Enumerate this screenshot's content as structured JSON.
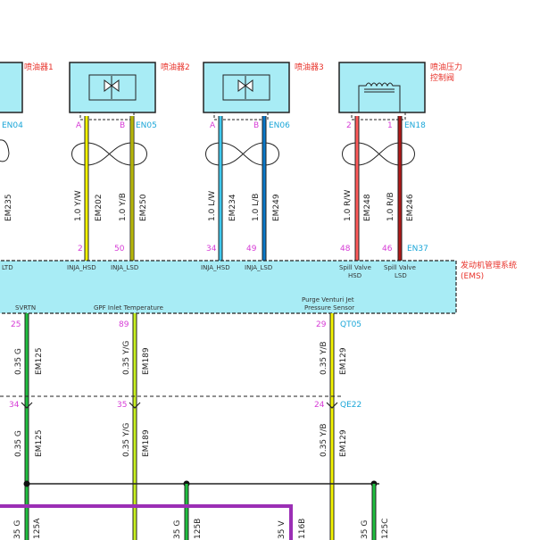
{
  "colors": {
    "component_fill": "#a8ecf5",
    "ems_fill": "#a8ecf5",
    "pin_magenta": "#d63bd6",
    "connector_cyan": "#1aa6d8",
    "label_red": "#e8322a",
    "wire_yellow": "#f5f500",
    "wire_cyan": "#3fc8ee",
    "wire_blue": "#0a78c8",
    "wire_red": "#ff5a5a",
    "wire_darkred": "#b01818",
    "wire_green": "#1fbf3f",
    "wire_lime": "#c8f020",
    "wire_purple": "#9b2fb5"
  },
  "components": [
    {
      "name": "喷油器1",
      "connector": "EN04",
      "icon": "injector-icon"
    },
    {
      "name": "喷油器2",
      "connector": "EN05",
      "icon": "injector-icon",
      "pins": [
        "A",
        "B"
      ]
    },
    {
      "name": "喷油器3",
      "connector": "EN06",
      "icon": "injector-icon",
      "pins": [
        "A",
        "B"
      ]
    },
    {
      "name_line1": "喷油压力",
      "name_line2": "控制阀",
      "connector": "EN18",
      "icon": "solenoid-coil-icon",
      "pins": [
        "2",
        "1"
      ]
    }
  ],
  "upper_wires": [
    {
      "gauge": "",
      "circuit": "EM235"
    },
    {
      "gauge": "1.0 Y/W",
      "circuit": "EM202"
    },
    {
      "gauge": "1.0 Y/B",
      "circuit": "EM250"
    },
    {
      "gauge": "1.0 L/W",
      "circuit": "EM234"
    },
    {
      "gauge": "1.0 L/B",
      "circuit": "EM249"
    },
    {
      "gauge": "1.0 R/W",
      "circuit": "EM248"
    },
    {
      "gauge": "1.0 R/B",
      "circuit": "EM246"
    }
  ],
  "ems": {
    "name_line1": "发动机管理系统",
    "name_line2": "(EMS)",
    "top_connector": "EN37",
    "top_pins": [
      "2",
      "50",
      "34",
      "49",
      "48",
      "46"
    ],
    "top_signals": [
      "LTD",
      "INJA_HSD",
      "INJA_LSD",
      "INJA_HSD",
      "INJA_LSD",
      "Spill Valve",
      "HSD",
      "Spill Valve",
      "LSD"
    ],
    "bottom_signals": [
      "SVRTN",
      "GPF Inlet Temperature",
      "Purge Venturi Jet",
      "Pressure Sensor"
    ]
  },
  "lower_connectors": {
    "qt": {
      "label": "QT05",
      "pins": [
        "25",
        "89",
        "29"
      ]
    },
    "qe": {
      "label": "QE22",
      "pins": [
        "34",
        "35",
        "24"
      ]
    }
  },
  "lower_wires": [
    {
      "gauge": "0.35 G",
      "circuit": "EM125"
    },
    {
      "gauge": "0.35 Y/G",
      "circuit": "EM189"
    },
    {
      "gauge": "0.35 Y/B",
      "circuit": "EM129"
    },
    {
      "gauge": "0.35 G",
      "circuit": "EM125"
    },
    {
      "gauge": "0.35 Y/G",
      "circuit": "EM189"
    },
    {
      "gauge": "0.35 Y/B",
      "circuit": "EM129"
    }
  ],
  "bottom_wires": [
    {
      "gauge": "35 G",
      "circuit": "125A"
    },
    {
      "gauge": "35 G",
      "circuit": "125B"
    },
    {
      "gauge": "35 V",
      "circuit": "116B"
    },
    {
      "gauge": "35 G",
      "circuit": "125C"
    }
  ]
}
